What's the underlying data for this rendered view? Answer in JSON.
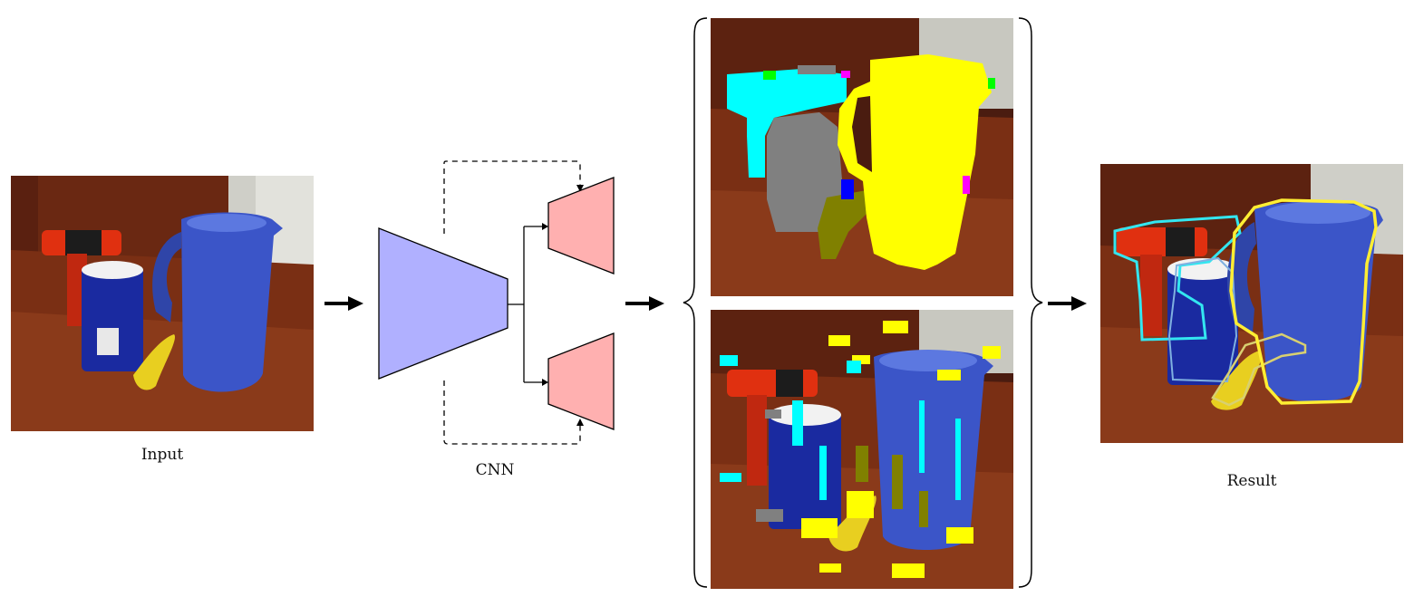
{
  "labels": {
    "input": "Input",
    "cnn": "CNN",
    "result": "Result"
  },
  "icons": {
    "flow_arrow": "arrow-right-icon"
  },
  "colors": {
    "encoder_fill": "#b0b0ff",
    "decoder_fill": "#ffb0b0",
    "seg_red": "#ff2a2a",
    "seg_cyan": "#00ffff",
    "seg_yellow": "#ffff00",
    "seg_gray": "#808080",
    "seg_olive": "#808000",
    "seg_blue": "#0000ff",
    "seg_magenta": "#ff00ff",
    "seg_green": "#00ff00",
    "pitcher_blue": "#3b55c8",
    "table_brown": "#6a2a14"
  }
}
